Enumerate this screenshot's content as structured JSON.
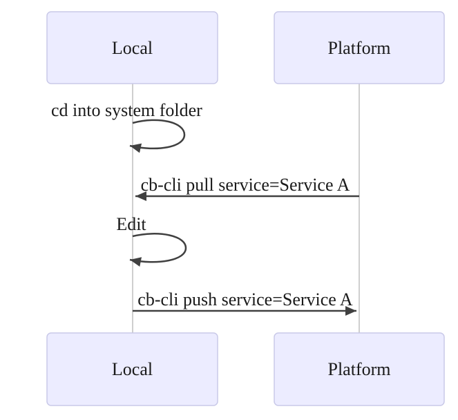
{
  "diagram": {
    "type": "sequence-diagram",
    "actors": [
      {
        "id": "local",
        "label": "Local"
      },
      {
        "id": "platform",
        "label": "Platform"
      }
    ],
    "messages": [
      {
        "kind": "self-loop",
        "actor": "local",
        "label": "cd into system folder"
      },
      {
        "kind": "arrow",
        "from": "platform",
        "to": "local",
        "label": "cb-cli pull service=Service A"
      },
      {
        "kind": "self-loop",
        "actor": "local",
        "label": "Edit"
      },
      {
        "kind": "arrow",
        "from": "local",
        "to": "platform",
        "label": "cb-cli push service=Service A"
      }
    ],
    "colors": {
      "background": "#FFFFFF",
      "actor-fill": "#ECECFF",
      "actor-border": "#C9C9E8",
      "lifeline": "#CFCFCF",
      "signal": "#404040",
      "text": "#1A1A1A"
    }
  }
}
